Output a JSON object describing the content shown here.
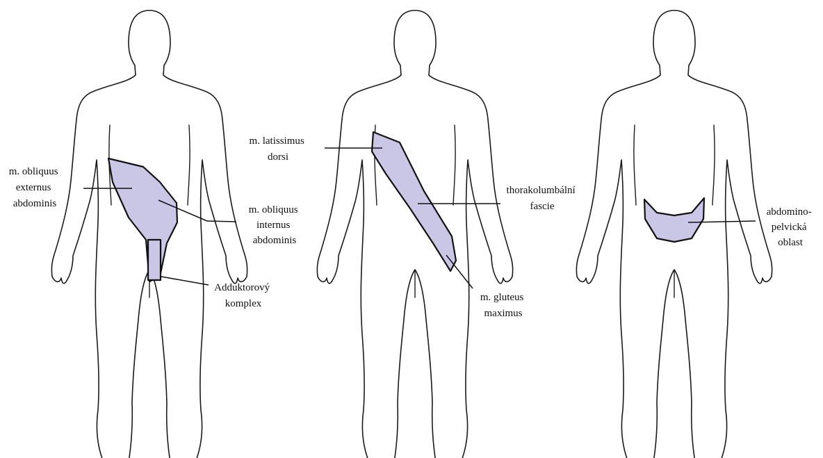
{
  "colors": {
    "region_fill": "#c9c6e6",
    "outline": "#1a1a1a",
    "background": "#ffffff"
  },
  "figures": [
    {
      "view": "front",
      "labels": [
        {
          "lines": [
            "m. obliquus",
            "externus",
            "abdominis"
          ]
        },
        {
          "lines": [
            "m. obliquus",
            "internus",
            "abdominis"
          ]
        },
        {
          "lines": [
            "Adduktorový",
            "komplex"
          ]
        }
      ]
    },
    {
      "view": "back",
      "labels": [
        {
          "lines": [
            "m. latissimus",
            "dorsi"
          ]
        },
        {
          "lines": [
            "thorakolumbální",
            "fascie"
          ]
        },
        {
          "lines": [
            "m. gluteus",
            "maximus"
          ]
        }
      ]
    },
    {
      "view": "front",
      "labels": [
        {
          "lines": [
            "abdomino-",
            "pelvická",
            "oblast"
          ]
        }
      ]
    }
  ]
}
